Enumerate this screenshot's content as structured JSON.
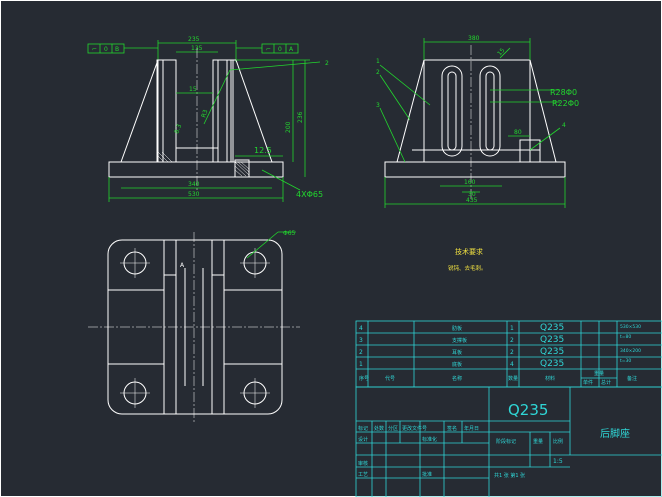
{
  "front_view": {
    "dims": {
      "top_overall": "235",
      "top_inner": "135",
      "inner_small": "15",
      "r_label": "R3",
      "left_label": "8.3",
      "right_h1": "200",
      "right_h2": "236",
      "slot": "12.5",
      "bottom_inner": "340",
      "bottom_total": "530",
      "holes": "4XΦ65"
    },
    "tolerance_left": {
      "sym": "⌐",
      "val": "0",
      "ref": "B"
    },
    "tolerance_right": {
      "sym": "⌐",
      "val": "0",
      "ref": "A"
    },
    "leader_label": "2"
  },
  "side_view": {
    "dims": {
      "top": "380",
      "slot_r1": "R28Φ0",
      "slot_r2": "R22Φ0",
      "mid_w": "80",
      "bot_inner": "160",
      "bot_mid": "30",
      "bot_total": "435",
      "right_h": "15"
    },
    "labels": [
      "1",
      "2",
      "3",
      "4"
    ]
  },
  "top_view": {
    "leader_label": "Φ65",
    "section_mark": "A"
  },
  "tech_req": {
    "title": "技术要求",
    "line1": "锐钝、去毛刺。"
  },
  "bom": {
    "rows": [
      {
        "num": "4",
        "name": "肋板",
        "qty": "1",
        "material": "Q235"
      },
      {
        "num": "3",
        "name": "支撑板",
        "qty": "2",
        "material": "Q235"
      },
      {
        "num": "2",
        "name": "耳板",
        "qty": "2",
        "material": "Q235"
      },
      {
        "num": "1",
        "name": "底板",
        "qty": "4",
        "material": "Q235"
      }
    ],
    "header": [
      "序号",
      "代号",
      "名称",
      "数量",
      "材料",
      "单件",
      "总计",
      "备注"
    ],
    "weight_header": "重量",
    "right_notes": [
      "530×530",
      "t=80",
      "340×200",
      "t=30"
    ]
  },
  "title_block": {
    "material": "Q235",
    "part_name": "后脚座",
    "rows": [
      "标记",
      "处数",
      "分区",
      "更改文件号",
      "签名",
      "年月日"
    ],
    "design": "设计",
    "standard": "标准化",
    "review": "审核",
    "process": "工艺",
    "approve": "批准",
    "stage": "阶段标记",
    "weight": "重量",
    "scale": "比例",
    "scale_val": "1:5",
    "sheet": "共1 张 第1 张"
  }
}
